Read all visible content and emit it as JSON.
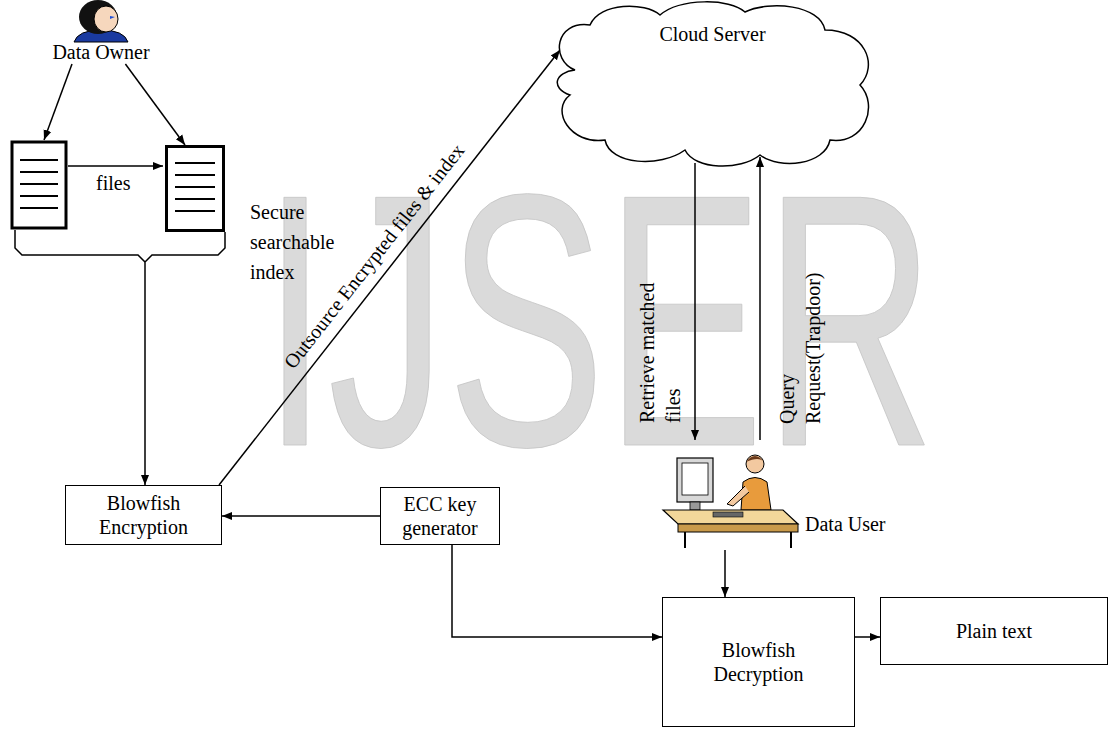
{
  "diagram": {
    "nodes": [
      {
        "text": [
          "Data Owner"
        ]
      },
      {
        "text": [
          "Secure searchable index"
        ]
      },
      {
        "text": [
          "Cloud Server"
        ]
      },
      {
        "text": [
          "Blowfish Encryption"
        ]
      },
      {
        "text": [
          "ECC key generator"
        ]
      },
      {
        "text": [
          "Data User"
        ]
      },
      {
        "text": [
          "Blowfish Decryption"
        ]
      },
      {
        "text": [
          "Plain text"
        ]
      }
    ],
    "edges": [
      {
        "from": 0,
        "to": 1,
        "arrow": "to"
      },
      {
        "from": 1,
        "to": 3,
        "arrow": "to"
      },
      {
        "from": 4,
        "to": 3,
        "arrow": "to"
      },
      {
        "from": 3,
        "to": 2,
        "label": "Outsource Encrypted files & index",
        "arrow": "to"
      },
      {
        "from": 2,
        "to": 5,
        "label": "Retrieve matched files",
        "arrow": "to"
      },
      {
        "from": 5,
        "to": 2,
        "label": "Query Request(Trapdoor)",
        "arrow": "to"
      },
      {
        "from": 5,
        "to": 6,
        "arrow": "to"
      },
      {
        "from": 4,
        "to": 6,
        "arrow": "to"
      },
      {
        "from": 6,
        "to": 7,
        "arrow": "to"
      }
    ],
    "labels": [
      "files",
      "IJSER"
    ]
  }
}
